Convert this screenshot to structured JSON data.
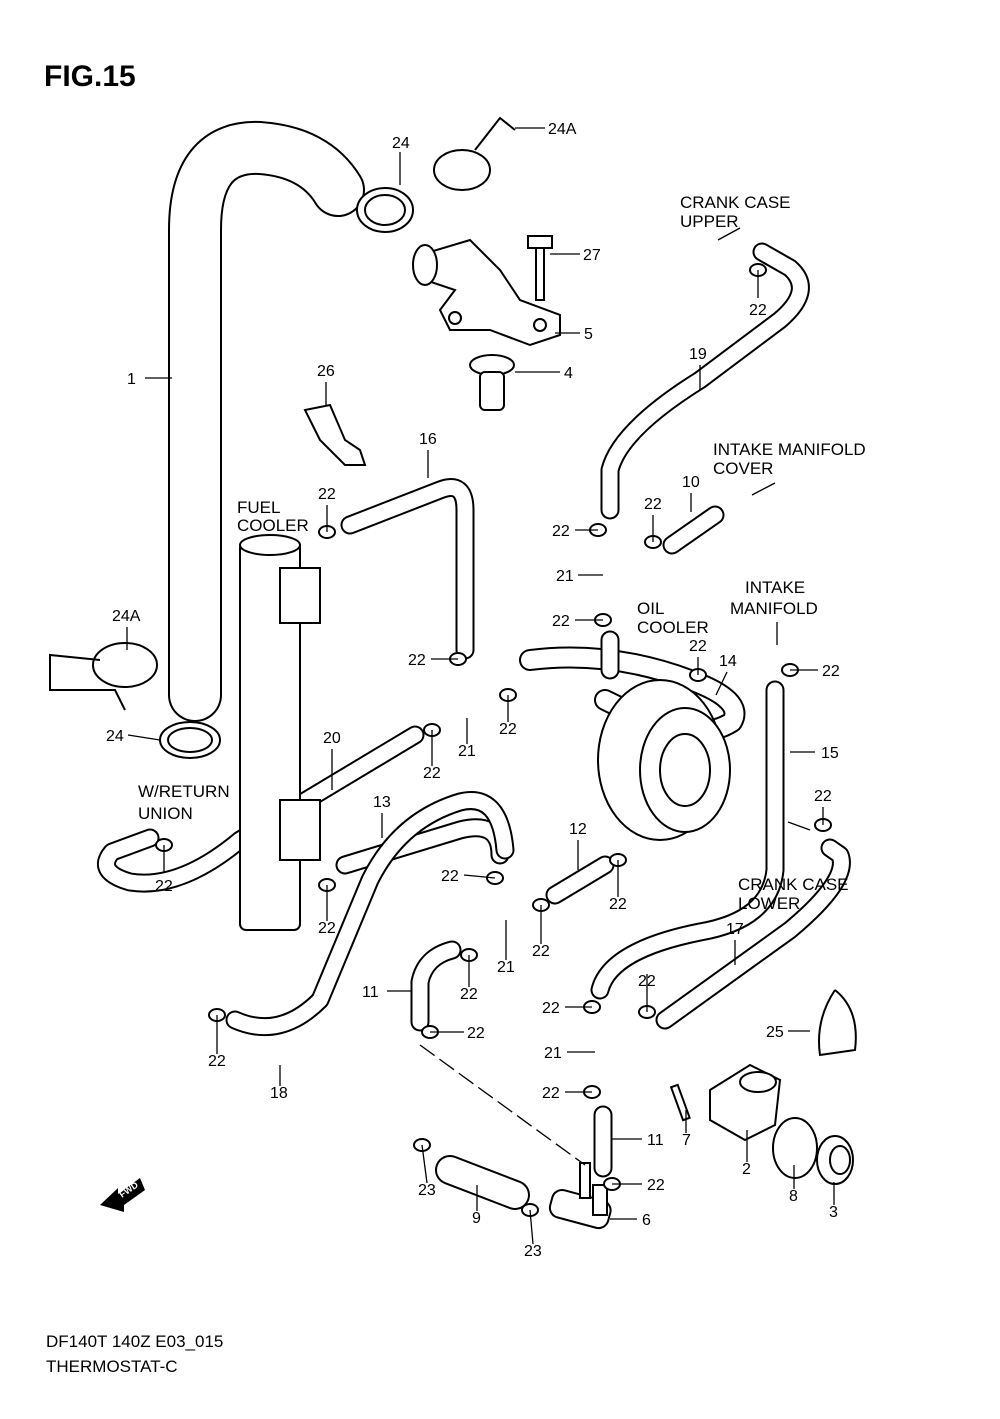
{
  "figure": {
    "title": "FIG.15"
  },
  "footer": {
    "model": "DF140T 140Z E03_015",
    "section": "THERMOSTAT-C"
  },
  "fwd_badge": "FWD",
  "callouts": [
    "1",
    "24",
    "24A",
    "27",
    "5",
    "4",
    "26",
    "22",
    "19",
    "16",
    "10",
    "22",
    "22",
    "22",
    "21",
    "22",
    "24A",
    "22",
    "14",
    "22",
    "22",
    "21",
    "22",
    "22",
    "24",
    "20",
    "15",
    "13",
    "22",
    "12",
    "22",
    "22",
    "22",
    "22",
    "17",
    "22",
    "21",
    "22",
    "11",
    "22",
    "22",
    "22",
    "25",
    "21",
    "22",
    "22",
    "18",
    "11",
    "7",
    "2",
    "22",
    "8",
    "3",
    "9",
    "6",
    "23",
    "23"
  ],
  "notes": [
    "CRANK CASE",
    "UPPER",
    "INTAKE MANIFOLD",
    "COVER",
    "FUEL",
    "COOLER",
    "OIL",
    "COOLER",
    "INTAKE",
    "MANIFOLD",
    "W/RETURN",
    "UNION",
    "CRANK CASE",
    "LOWER"
  ]
}
